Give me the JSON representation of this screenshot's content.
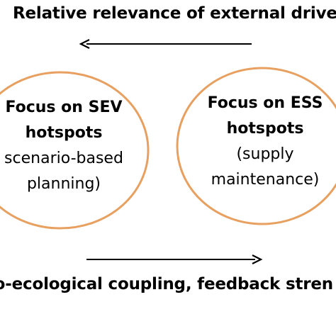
{
  "top_label": "Relative relevance of external driver",
  "bottom_label": "io-ecological coupling, feedback stren",
  "left_circle": {
    "title_line1": "Focus on SEV",
    "title_line2": "hotspots",
    "sub_line1": "scenario-based",
    "sub_line2": "planning)"
  },
  "right_circle": {
    "title_line1": "Focus on ESS",
    "title_line2": "hotspots",
    "sub_line1": "(supply",
    "sub_line2": "maintenance)"
  },
  "colors": {
    "circle_stroke": "#E8A060",
    "arrow": "#000000",
    "text": "#000000"
  },
  "icons": {
    "top_arrow": "arrow-left-icon",
    "bottom_arrow": "arrow-right-icon"
  }
}
